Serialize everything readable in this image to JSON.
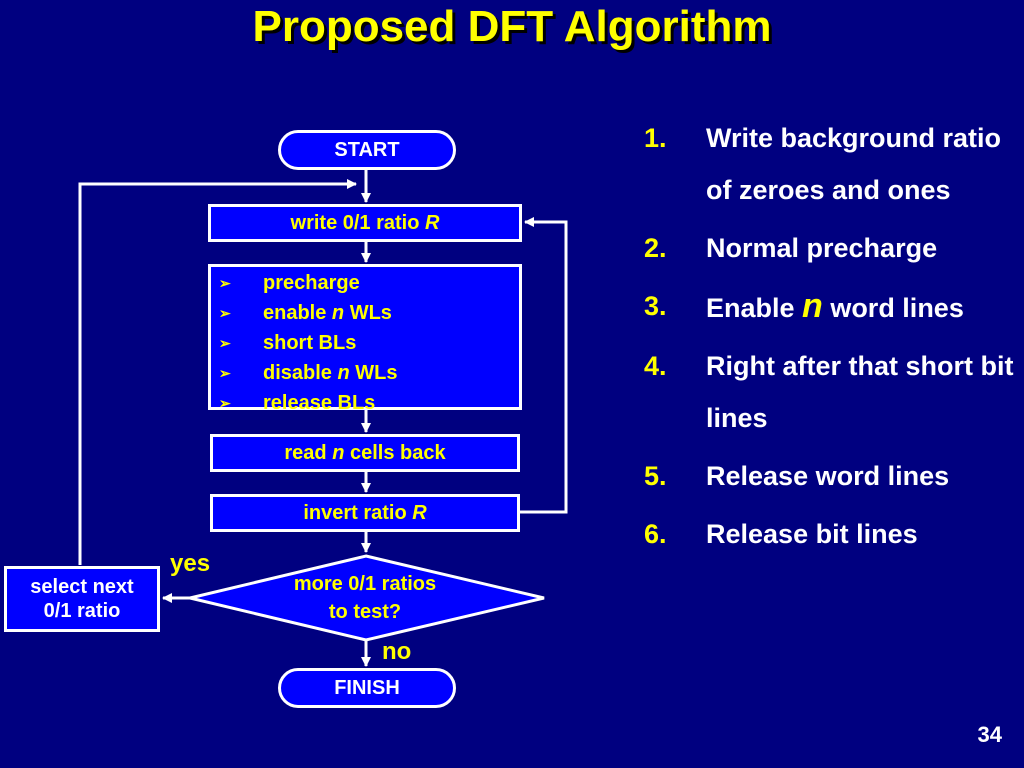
{
  "title": "Proposed DFT Algorithm",
  "flow": {
    "start": "START",
    "write": {
      "pre": "write 0/1 ratio ",
      "var": "R"
    },
    "bullets": [
      {
        "pre": "precharge",
        "var": "",
        "post": ""
      },
      {
        "pre": "enable ",
        "var": "n",
        "post": " WLs"
      },
      {
        "pre": "short BLs",
        "var": "",
        "post": ""
      },
      {
        "pre": "disable ",
        "var": "n",
        "post": " WLs"
      },
      {
        "pre": "release BLs",
        "var": "",
        "post": ""
      }
    ],
    "read": {
      "pre": "read ",
      "var": "n",
      "post": " cells back"
    },
    "invert": {
      "pre": "invert ratio ",
      "var": "R"
    },
    "decision_line1": "more 0/1 ratios",
    "decision_line2": "to test?",
    "yes": "yes",
    "no": "no",
    "select_line1": "select next",
    "select_line2": "0/1 ratio",
    "finish": "FINISH"
  },
  "steps": [
    {
      "num": "1.",
      "text": "Write background ratio of zeroes and ones"
    },
    {
      "num": "2.",
      "text": "Normal precharge"
    },
    {
      "num": "3.",
      "pre": "Enable ",
      "var": "n",
      "post": " word lines"
    },
    {
      "num": "4.",
      "text": "Right after that short bit lines"
    },
    {
      "num": "5.",
      "text": "Release word lines"
    },
    {
      "num": "6.",
      "text": "Release bit lines"
    }
  ],
  "page_number": "34",
  "colors": {
    "background": "#000080",
    "box_fill": "#0000ff",
    "accent": "#ffff00",
    "stroke": "#ffffff"
  }
}
